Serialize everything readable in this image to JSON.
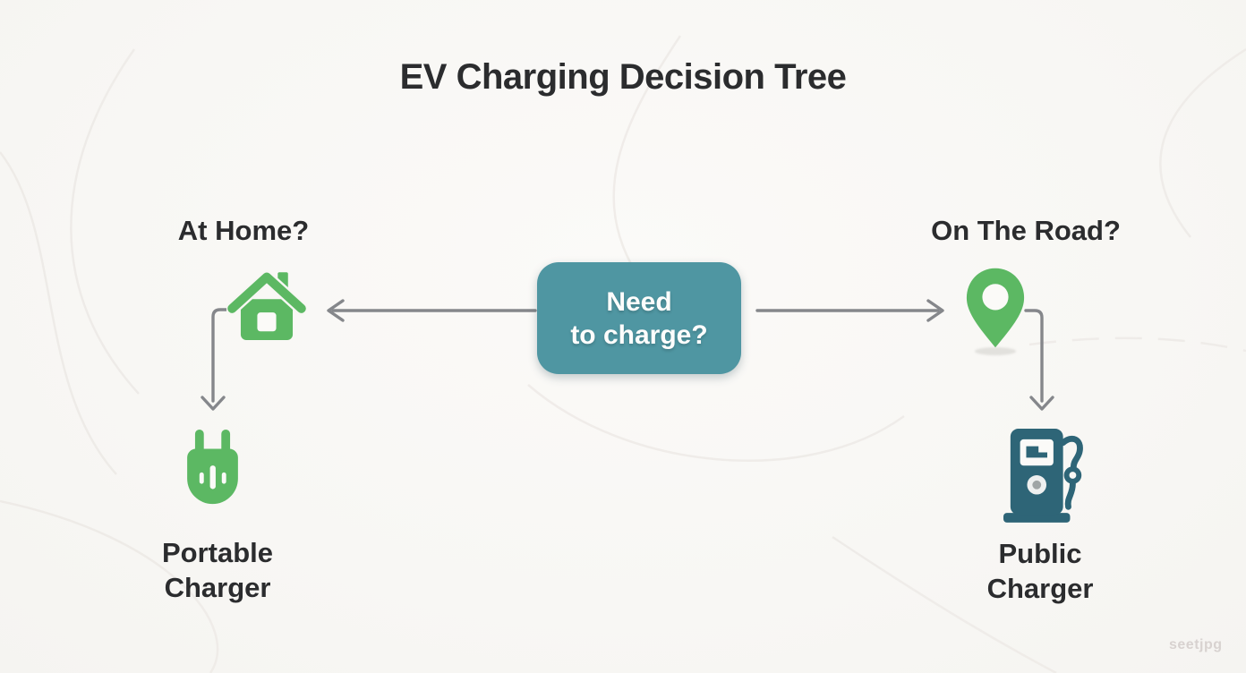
{
  "title": "EV Charging Decision Tree",
  "root_node": {
    "label": "Need to charge?",
    "line1": "Need",
    "line2": "to charge?"
  },
  "branches": {
    "left": {
      "question": "At Home?",
      "icon": "house-icon",
      "result": "Portable Charger",
      "result_line1": "Portable",
      "result_line2": "Charger",
      "result_icon": "plug-icon"
    },
    "right": {
      "question": "On The Road?",
      "icon": "map-pin-icon",
      "result": "Public Charger",
      "result_line1": "Public",
      "result_line2": "Charger",
      "result_icon": "ev-station-icon"
    }
  },
  "watermark": "seetjpg",
  "colors": {
    "background": "#f8f7f4",
    "text": "#2b2c2e",
    "accent_green": "#5cb863",
    "node_teal": "#4f96a2",
    "station_dark_teal": "#2e6577",
    "arrow_gray": "#85878b",
    "watermark_gray": "#d8d2d0"
  }
}
